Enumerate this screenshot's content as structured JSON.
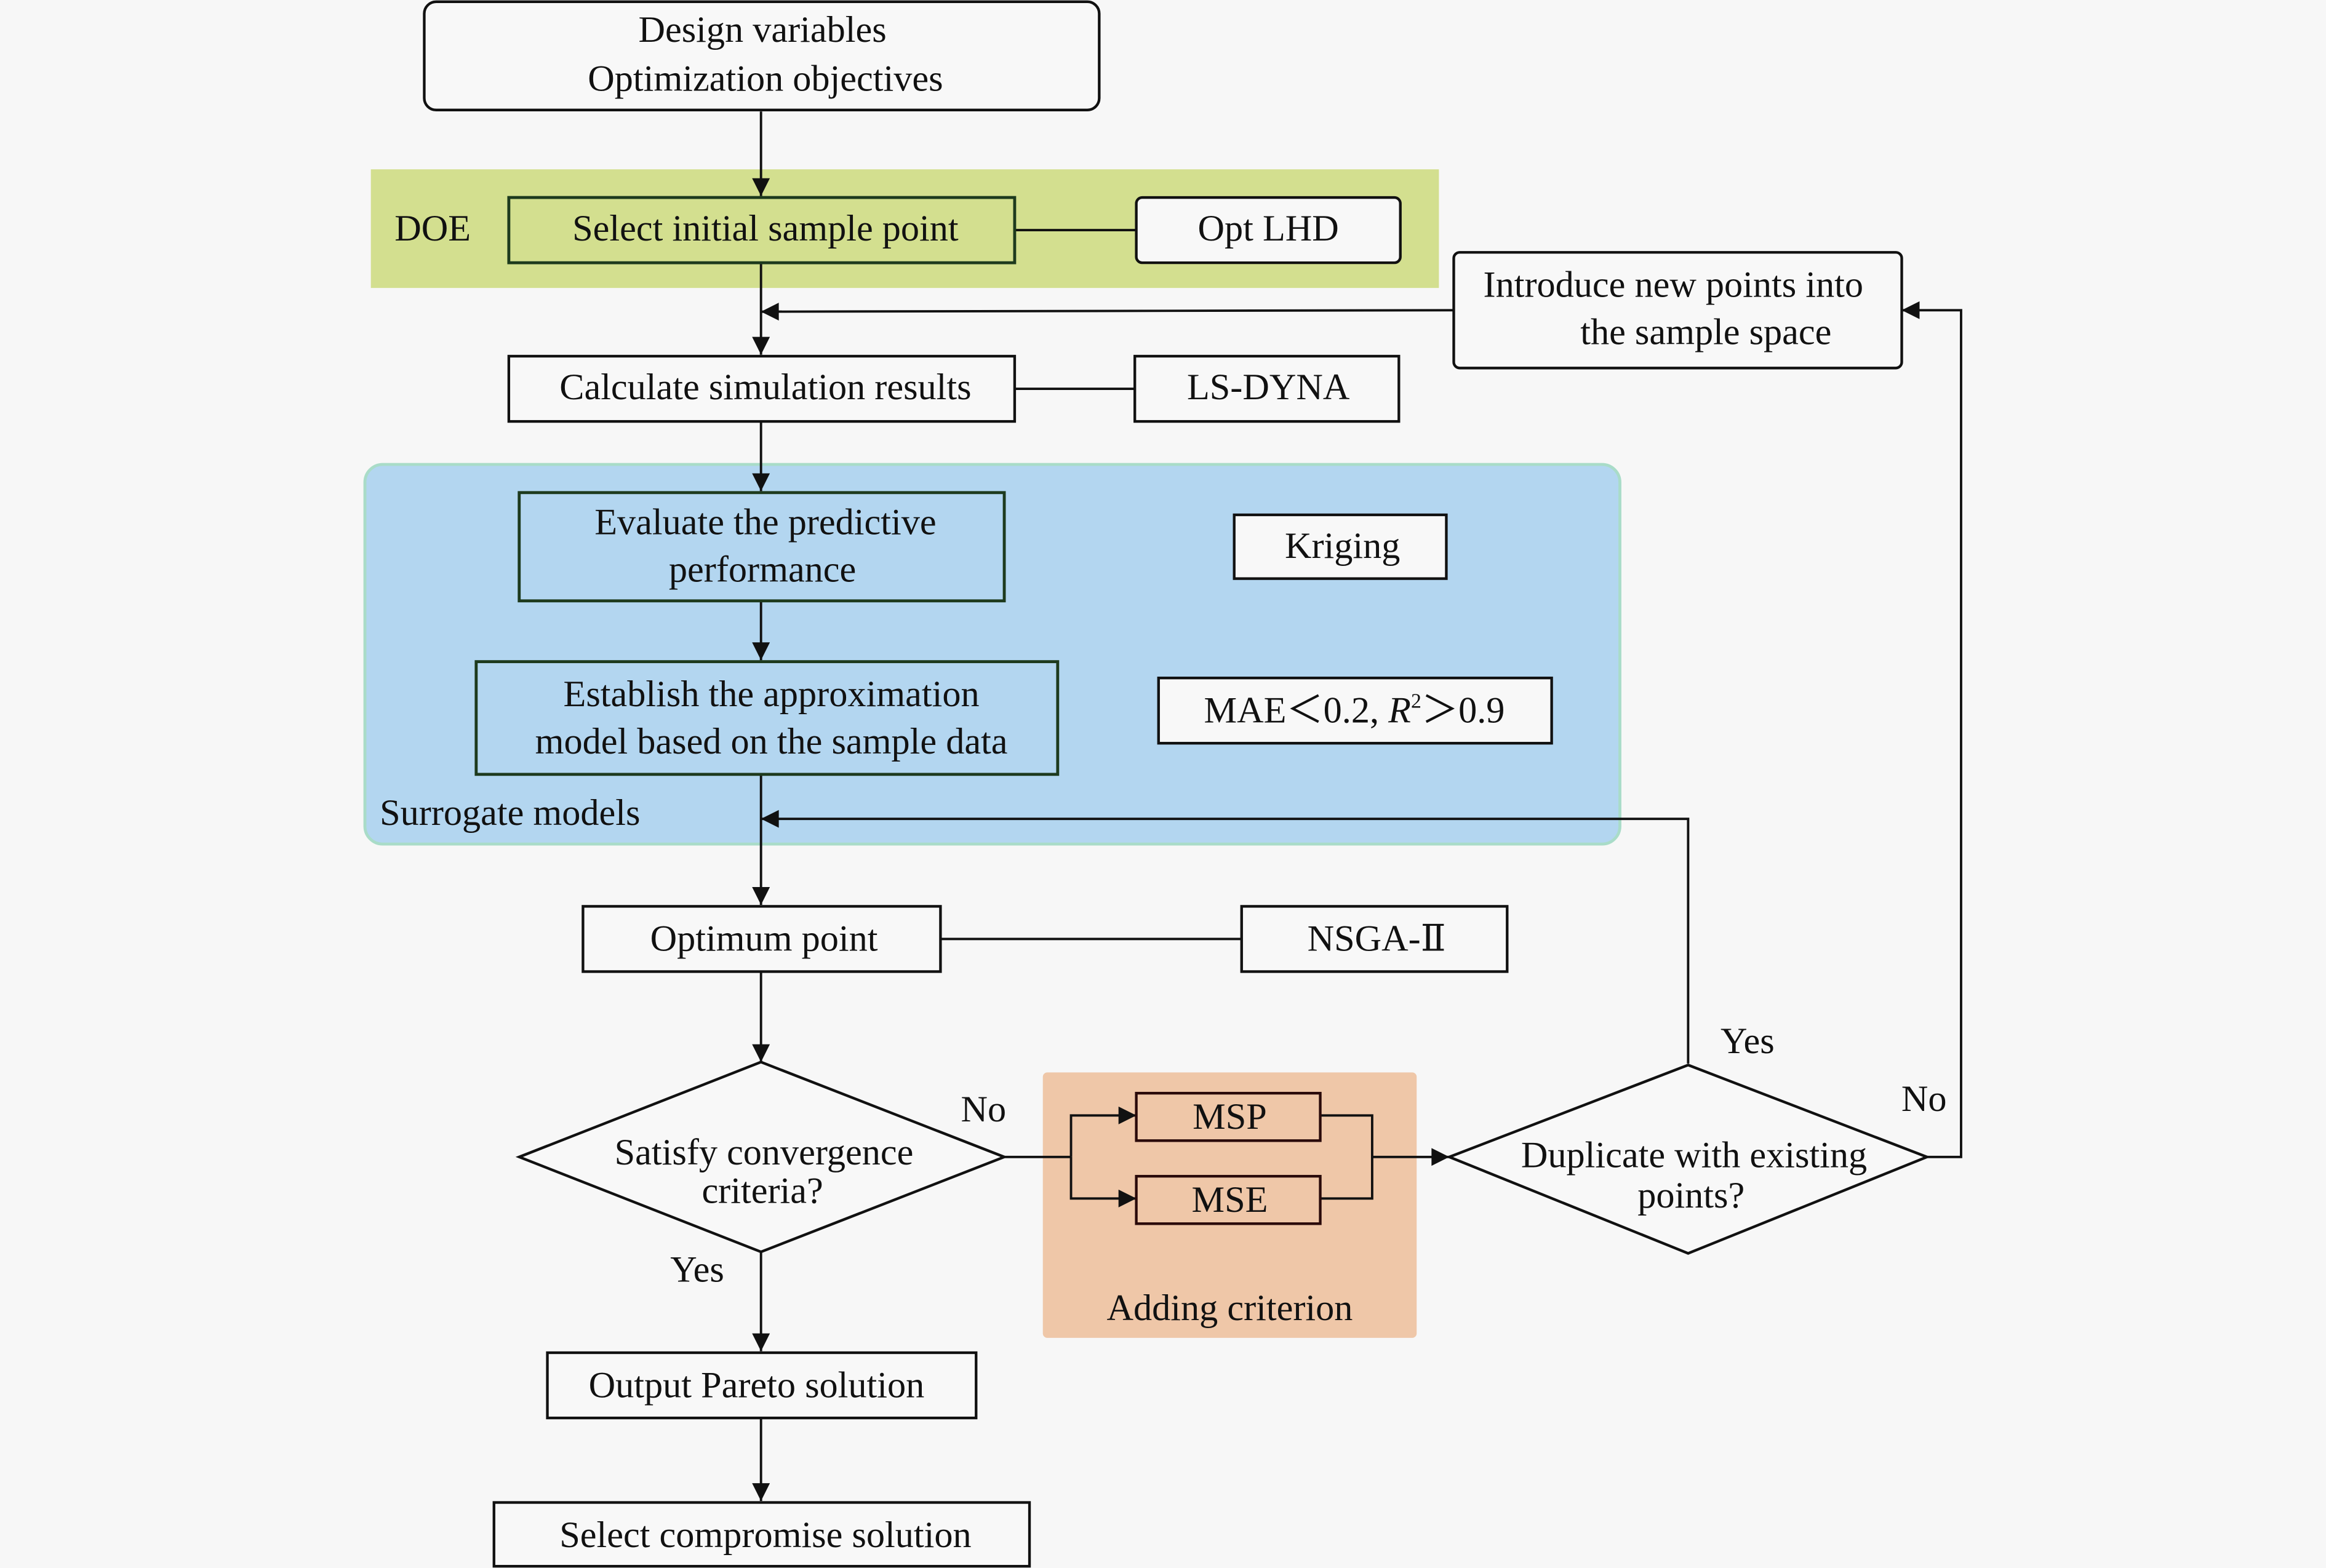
{
  "colors": {
    "background": "#f7f7f7",
    "doe_group": "#d3df8f",
    "surrogate_group": "#b3d6f0",
    "surrogate_group_border": "#a9dcc8",
    "adding_group": "#efc7a8",
    "box_fill": "#f8f8f8",
    "line": "#111111"
  },
  "nodes": {
    "start": [
      "Design variables",
      "Optimization objectives"
    ],
    "select_initial": "Select initial sample point",
    "opt_lhd": "Opt LHD",
    "calculate": "Calculate simulation results",
    "ls_dyna": "LS-DYNA",
    "introduce": [
      "Introduce new points into",
      "the sample space"
    ],
    "evaluate": [
      "Evaluate the predictive",
      "performance"
    ],
    "kriging": "Kriging",
    "establish": [
      "Establish the approximation",
      "model based on the sample data"
    ],
    "criteria_box": {
      "prefix": "MAE＜0.2, ",
      "italic": "R",
      "sup": "2",
      "suffix": "＞0.9"
    },
    "optimum": "Optimum point",
    "nsga": "NSGA-Ⅱ",
    "converge": [
      "Satisfy convergence",
      "criteria?"
    ],
    "msp": "MSP",
    "mse": "MSE",
    "duplicate": [
      "Duplicate with existing",
      "points?"
    ],
    "output_pareto": "Output Pareto solution",
    "select_compromise": "Select compromise solution"
  },
  "groups": {
    "doe": "DOE",
    "surrogate": "Surrogate models",
    "adding": "Adding criterion"
  },
  "edge_labels": {
    "converge_no": "No",
    "converge_yes": "Yes",
    "duplicate_yes": "Yes",
    "duplicate_no": "No"
  }
}
